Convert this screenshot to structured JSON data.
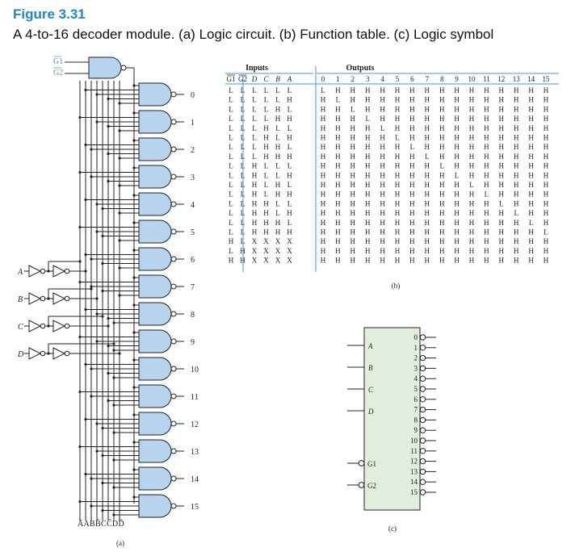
{
  "figure": {
    "title": "Figure 3.31",
    "caption": "A 4-to-16 decoder module. (a) Logic circuit. (b) Function table. (c) Logic symbol"
  },
  "circuit": {
    "enable_inputs": [
      "G1",
      "G2"
    ],
    "data_inputs": [
      "A",
      "B",
      "C",
      "D"
    ],
    "outputs": [
      "0",
      "1",
      "2",
      "3",
      "4",
      "5",
      "6",
      "7",
      "8",
      "9",
      "10",
      "11",
      "12",
      "13",
      "14",
      "15"
    ],
    "bus_label": "ĀABB̄CC̄DD̄",
    "panel_label": "(a)"
  },
  "table": {
    "inputs_heading": "Inputs",
    "outputs_heading": "Outputs",
    "input_columns": [
      "G1",
      "G2",
      "D",
      "C",
      "B",
      "A"
    ],
    "output_columns": [
      "0",
      "1",
      "2",
      "3",
      "4",
      "5",
      "6",
      "7",
      "8",
      "9",
      "10",
      "11",
      "12",
      "13",
      "14",
      "15"
    ],
    "rows": [
      [
        "L",
        "L",
        "L",
        "L",
        "L",
        "L",
        "L",
        "H",
        "H",
        "H",
        "H",
        "H",
        "H",
        "H",
        "H",
        "H",
        "H",
        "H",
        "H",
        "H",
        "H",
        "H"
      ],
      [
        "L",
        "L",
        "L",
        "L",
        "L",
        "H",
        "H",
        "L",
        "H",
        "H",
        "H",
        "H",
        "H",
        "H",
        "H",
        "H",
        "H",
        "H",
        "H",
        "H",
        "H",
        "H"
      ],
      [
        "L",
        "L",
        "L",
        "L",
        "H",
        "L",
        "H",
        "H",
        "L",
        "H",
        "H",
        "H",
        "H",
        "H",
        "H",
        "H",
        "H",
        "H",
        "H",
        "H",
        "H",
        "H"
      ],
      [
        "L",
        "L",
        "L",
        "L",
        "H",
        "H",
        "H",
        "H",
        "H",
        "L",
        "H",
        "H",
        "H",
        "H",
        "H",
        "H",
        "H",
        "H",
        "H",
        "H",
        "H",
        "H"
      ],
      [
        "L",
        "L",
        "L",
        "H",
        "L",
        "L",
        "H",
        "H",
        "H",
        "H",
        "L",
        "H",
        "H",
        "H",
        "H",
        "H",
        "H",
        "H",
        "H",
        "H",
        "H",
        "H"
      ],
      [
        "L",
        "L",
        "L",
        "H",
        "L",
        "H",
        "H",
        "H",
        "H",
        "H",
        "H",
        "L",
        "H",
        "H",
        "H",
        "H",
        "H",
        "H",
        "H",
        "H",
        "H",
        "H"
      ],
      [
        "L",
        "L",
        "L",
        "H",
        "H",
        "L",
        "H",
        "H",
        "H",
        "H",
        "H",
        "H",
        "L",
        "H",
        "H",
        "H",
        "H",
        "H",
        "H",
        "H",
        "H",
        "H"
      ],
      [
        "L",
        "L",
        "L",
        "H",
        "H",
        "H",
        "H",
        "H",
        "H",
        "H",
        "H",
        "H",
        "H",
        "L",
        "H",
        "H",
        "H",
        "H",
        "H",
        "H",
        "H",
        "H"
      ],
      [
        "L",
        "L",
        "H",
        "L",
        "L",
        "L",
        "H",
        "H",
        "H",
        "H",
        "H",
        "H",
        "H",
        "H",
        "L",
        "H",
        "H",
        "H",
        "H",
        "H",
        "H",
        "H"
      ],
      [
        "L",
        "L",
        "H",
        "L",
        "L",
        "H",
        "H",
        "H",
        "H",
        "H",
        "H",
        "H",
        "H",
        "H",
        "H",
        "L",
        "H",
        "H",
        "H",
        "H",
        "H",
        "H"
      ],
      [
        "L",
        "L",
        "H",
        "L",
        "H",
        "L",
        "H",
        "H",
        "H",
        "H",
        "H",
        "H",
        "H",
        "H",
        "H",
        "H",
        "L",
        "H",
        "H",
        "H",
        "H",
        "H"
      ],
      [
        "L",
        "L",
        "H",
        "L",
        "H",
        "H",
        "H",
        "H",
        "H",
        "H",
        "H",
        "H",
        "H",
        "H",
        "H",
        "H",
        "H",
        "L",
        "H",
        "H",
        "H",
        "H"
      ],
      [
        "L",
        "L",
        "H",
        "H",
        "L",
        "L",
        "H",
        "H",
        "H",
        "H",
        "H",
        "H",
        "H",
        "H",
        "H",
        "H",
        "H",
        "H",
        "L",
        "H",
        "H",
        "H"
      ],
      [
        "L",
        "L",
        "H",
        "H",
        "L",
        "H",
        "H",
        "H",
        "H",
        "H",
        "H",
        "H",
        "H",
        "H",
        "H",
        "H",
        "H",
        "H",
        "H",
        "L",
        "H",
        "H"
      ],
      [
        "L",
        "L",
        "H",
        "H",
        "H",
        "L",
        "H",
        "H",
        "H",
        "H",
        "H",
        "H",
        "H",
        "H",
        "H",
        "H",
        "H",
        "H",
        "H",
        "H",
        "L",
        "H"
      ],
      [
        "L",
        "L",
        "H",
        "H",
        "H",
        "H",
        "H",
        "H",
        "H",
        "H",
        "H",
        "H",
        "H",
        "H",
        "H",
        "H",
        "H",
        "H",
        "H",
        "H",
        "H",
        "L"
      ],
      [
        "H",
        "L",
        "X",
        "X",
        "X",
        "X",
        "H",
        "H",
        "H",
        "H",
        "H",
        "H",
        "H",
        "H",
        "H",
        "H",
        "H",
        "H",
        "H",
        "H",
        "H",
        "H"
      ],
      [
        "L",
        "H",
        "X",
        "X",
        "X",
        "X",
        "H",
        "H",
        "H",
        "H",
        "H",
        "H",
        "H",
        "H",
        "H",
        "H",
        "H",
        "H",
        "H",
        "H",
        "H",
        "H"
      ],
      [
        "H",
        "H",
        "X",
        "X",
        "X",
        "X",
        "H",
        "H",
        "H",
        "H",
        "H",
        "H",
        "H",
        "H",
        "H",
        "H",
        "H",
        "H",
        "H",
        "H",
        "H",
        "H"
      ]
    ],
    "panel_label": "(b)"
  },
  "symbol": {
    "inputs": [
      "A",
      "B",
      "C",
      "D"
    ],
    "enables": [
      "G1",
      "G2"
    ],
    "outputs": [
      "0",
      "1",
      "2",
      "3",
      "4",
      "5",
      "6",
      "7",
      "8",
      "9",
      "10",
      "11",
      "12",
      "13",
      "14",
      "15"
    ],
    "panel_label": "(c)"
  },
  "colors": {
    "title": "#1f87c9",
    "gate_fill": "#b7d3ee",
    "symbol_fill": "#e1eedd",
    "table_rule": "#4a9ad6",
    "ink": "#222222"
  }
}
